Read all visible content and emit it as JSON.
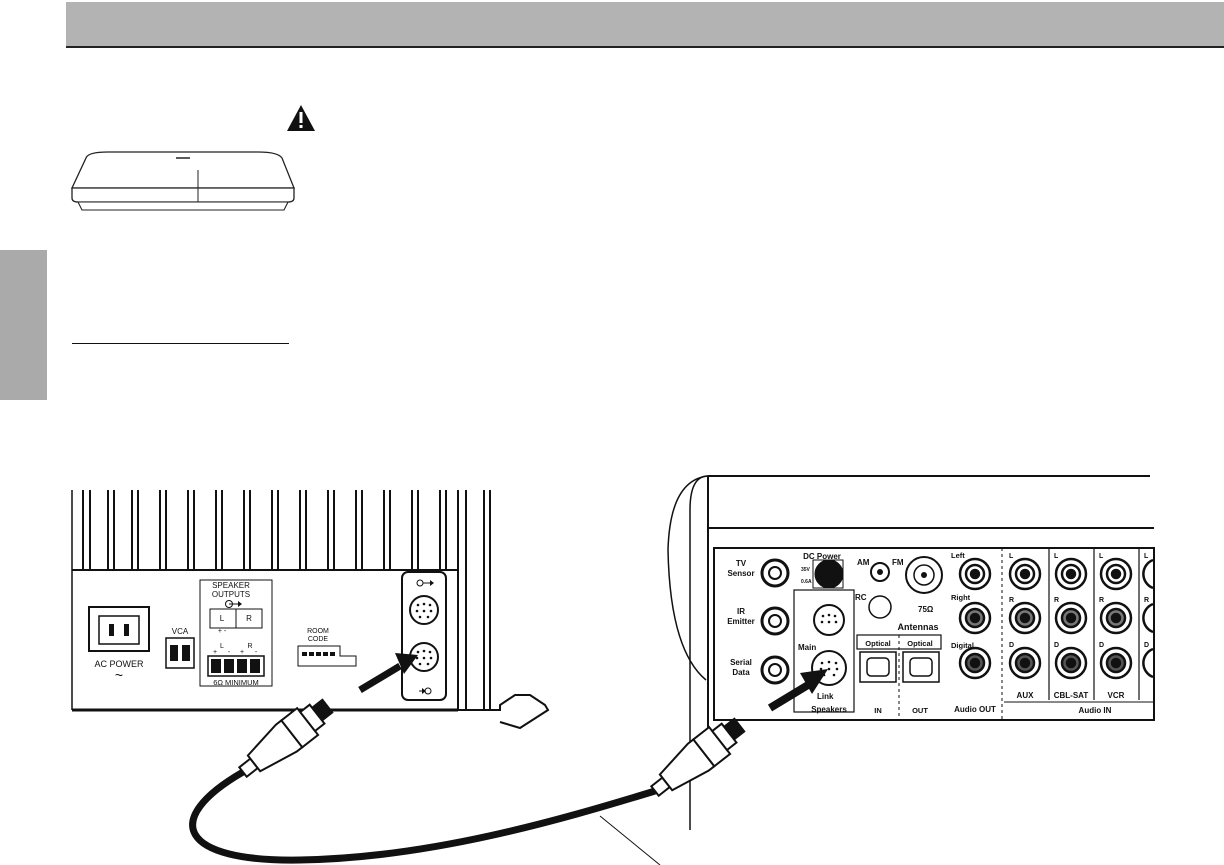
{
  "page": {
    "header_bar_color": "#b3b3b3",
    "side_tab_color": "#aaaaaa"
  },
  "icons": {
    "warning": "warning-triangle-icon",
    "device": "console-unit-icon"
  },
  "amplifier": {
    "ac_power": "AC POWER",
    "ac_symbol": "~",
    "vca": "VCA",
    "speaker_outputs": "SPEAKER",
    "speaker_outputs_2": "OUTPUTS",
    "left": "L",
    "right": "R",
    "plus_minus_left": "+ -",
    "plus_minus": "+",
    "minus": "-",
    "minimum": "6Ω MINIMUM",
    "room_code": "ROOM",
    "room_code_2": "CODE"
  },
  "console": {
    "tv_sensor": "TV",
    "tv_sensor_2": "Sensor",
    "ir_emitter": "IR",
    "ir_emitter_2": "Emitter",
    "serial_data": "Serial",
    "serial_data_2": "Data",
    "dc_power": "DC Power",
    "dc_spec_1": "35V",
    "dc_spec_2": "0.6A",
    "am": "AM",
    "fm": "FM",
    "rc": "RC",
    "ohms": "75Ω",
    "antennas": "Antennas",
    "main": "Main",
    "link_speakers": "Link",
    "speakers": "Speakers",
    "optical_in": "Optical",
    "optical_out": "Optical",
    "in": "IN",
    "out": "OUT",
    "left": "Left",
    "right": "Right",
    "digital": "Digital",
    "audio_out": "Audio OUT",
    "aux": "AUX",
    "cbl_sat": "CBL-SAT",
    "vcr": "VCR",
    "audio_in": "Audio IN",
    "l": "L",
    "r": "R",
    "d": "D"
  }
}
